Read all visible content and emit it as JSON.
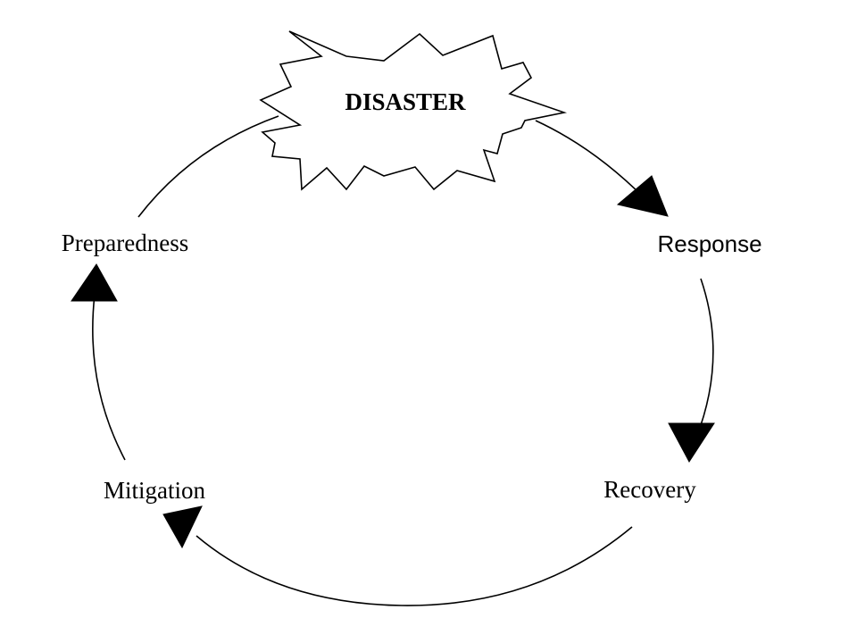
{
  "diagram": {
    "center": {
      "label": "DISASTER",
      "shape": "starburst"
    },
    "stages": [
      {
        "label": "Response"
      },
      {
        "label": "Recovery"
      },
      {
        "label": "Mitigation"
      },
      {
        "label": "Preparedness"
      }
    ],
    "cycle_direction": "clockwise",
    "colors": {
      "background": "#ffffff",
      "stroke": "#000000",
      "text": "#000000"
    }
  }
}
